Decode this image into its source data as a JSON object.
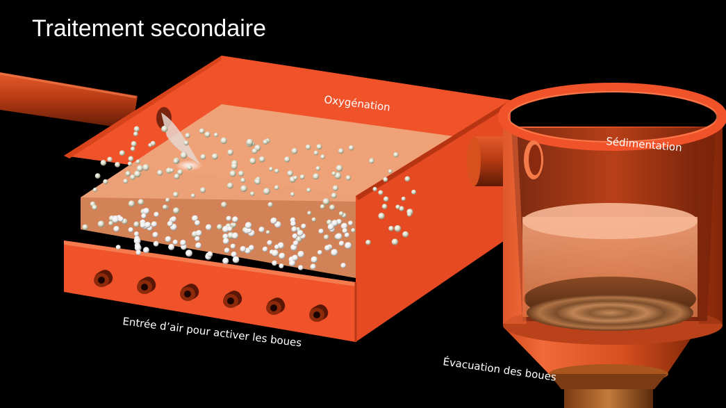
{
  "title": "Traitement secondaire",
  "labels": {
    "oxygenation": "Oxygénation",
    "sedimentation": "Sédimentation",
    "air_inlet": "Entrée d’air pour activer les boues",
    "sludge_outlet": "Évacuation des boues"
  },
  "colors": {
    "background": "#000000",
    "tank": "#f0522a",
    "tank_dark": "#c23a17",
    "water": "#e9905f",
    "bubble": "#dcdcc0"
  },
  "air_inlets": 6
}
